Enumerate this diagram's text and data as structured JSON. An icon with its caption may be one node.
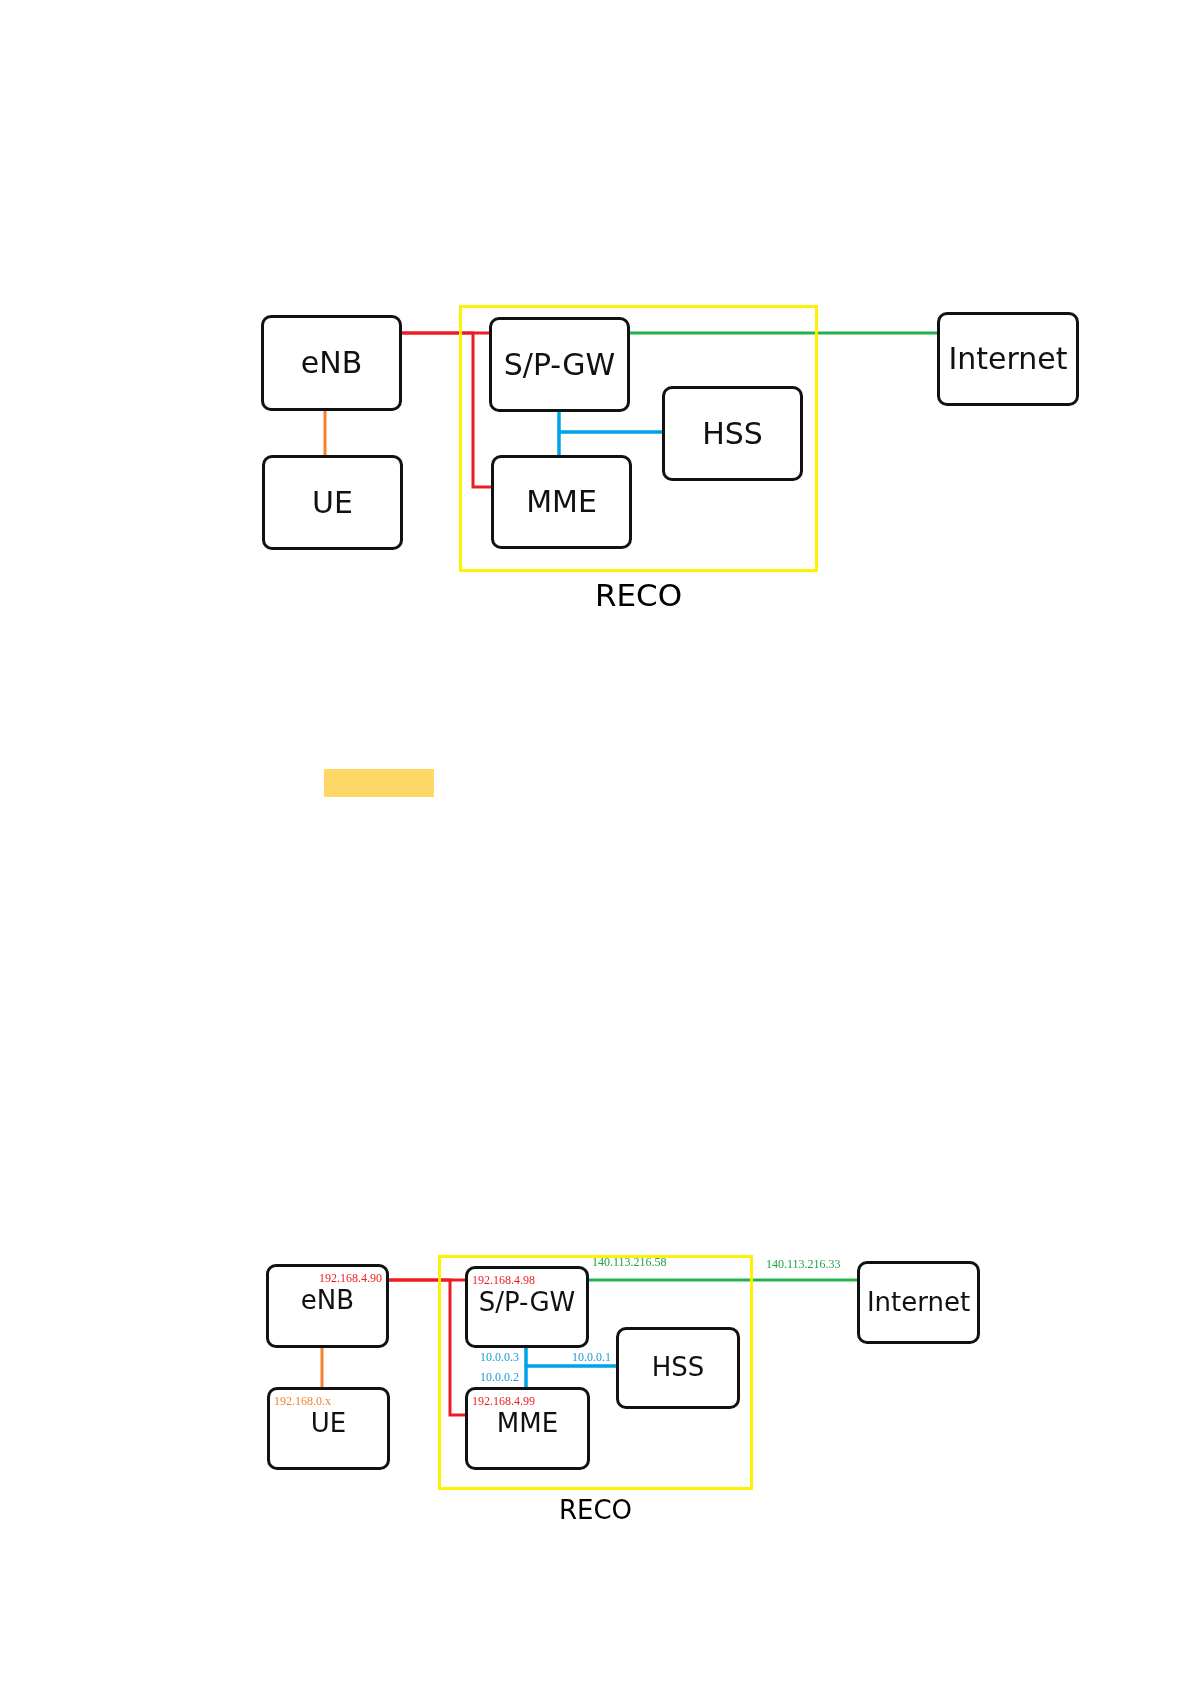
{
  "diagram": {
    "nodes": [
      {
        "text": [
          "eNB"
        ]
      },
      {
        "text": [
          "UE"
        ]
      },
      {
        "text": [
          "RECO"
        ]
      },
      {
        "text": [
          "S/P-GW"
        ],
        "in": 2
      },
      {
        "text": [
          "HSS"
        ],
        "in": 2
      },
      {
        "text": [
          "MME"
        ],
        "in": 2
      },
      {
        "text": [
          "Internet"
        ]
      },
      {
        "text": [
          "192.168.4.90",
          "eNB"
        ]
      },
      {
        "text": [
          "192.168.0.x",
          "UE"
        ]
      },
      {
        "text": [
          "RECO"
        ]
      },
      {
        "text": [
          "192.168.4.98",
          "S/P-GW"
        ],
        "in": 9
      },
      {
        "text": [
          "HSS"
        ],
        "in": 9
      },
      {
        "text": [
          "192.168.4.99",
          "MME"
        ],
        "in": 9
      },
      {
        "text": [
          "Internet"
        ]
      }
    ],
    "edges": [
      {
        "from": 0,
        "to": 3,
        "arrow": "none",
        "color": "#ed1c24"
      },
      {
        "from": 0,
        "to": 5,
        "arrow": "none",
        "color": "#ed1c24"
      },
      {
        "from": 3,
        "to": 6,
        "arrow": "none",
        "color": "#22b14c"
      },
      {
        "from": 3,
        "to": 5,
        "arrow": "none",
        "color": "#00a2e8"
      },
      {
        "from": 4,
        "to": 3,
        "arrow": "none",
        "color": "#00a2e8"
      },
      {
        "from": 4,
        "to": 5,
        "arrow": "none",
        "color": "#00a2e8"
      },
      {
        "from": 0,
        "to": 1,
        "arrow": "none",
        "color": "#f7802f"
      },
      {
        "from": 7,
        "to": 10,
        "arrow": "none",
        "color": "#ed1c24"
      },
      {
        "from": 7,
        "to": 12,
        "arrow": "none",
        "color": "#ed1c24"
      },
      {
        "from": 10,
        "to": 13,
        "arrow": "none",
        "color": "#22b14c"
      },
      {
        "from": 10,
        "to": 12,
        "arrow": "none",
        "color": "#00a2e8"
      },
      {
        "from": 11,
        "to": 10,
        "arrow": "none",
        "color": "#00a2e8"
      },
      {
        "from": 11,
        "to": 12,
        "arrow": "none",
        "color": "#00a2e8"
      },
      {
        "from": 7,
        "to": 8,
        "arrow": "none",
        "color": "#f7802f"
      }
    ],
    "labels": [
      "140.113.216.58",
      "140.113.216.33",
      "10.0.0.3",
      "10.0.0.1",
      "10.0.0.2"
    ]
  }
}
